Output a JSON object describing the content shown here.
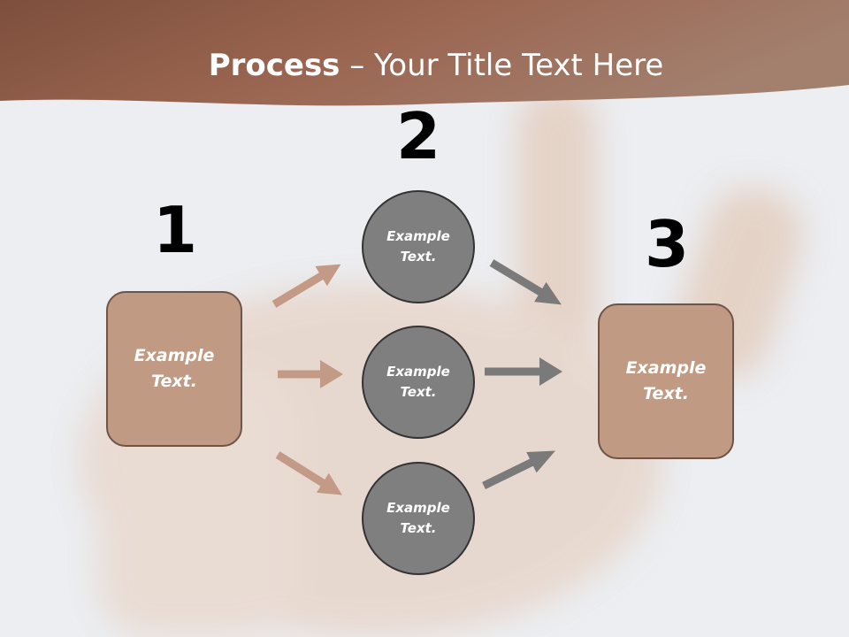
{
  "title": {
    "bold": "Process",
    "rest": " – Your Title Text Here"
  },
  "steps": [
    {
      "number": "1",
      "label": "Example\nText."
    },
    {
      "number": "2",
      "labels": [
        "Example\nText.",
        "Example\nText.",
        "Example\nText."
      ]
    },
    {
      "number": "3",
      "label": "Example\nText."
    }
  ],
  "colors": {
    "header_band": "#9e6a52",
    "box_fill": "#c09a82",
    "circle_fill": "#7f7f7f",
    "arrow_left": "#c29a86",
    "arrow_right": "#7a7a7a"
  }
}
